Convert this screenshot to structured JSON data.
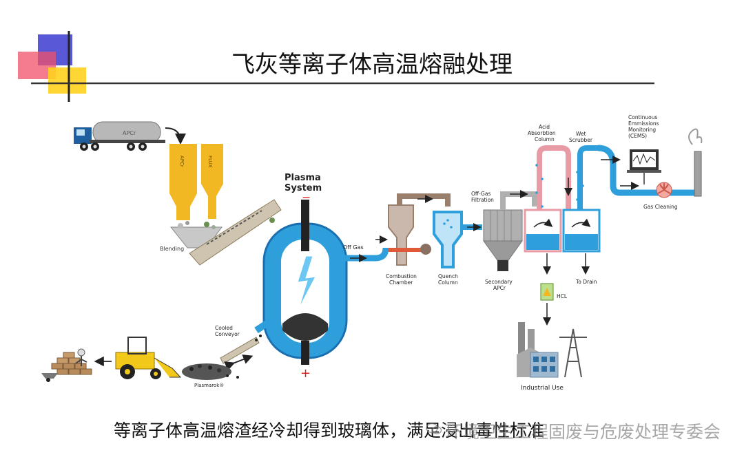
{
  "slide": {
    "title": "飞灰等离子体高温熔融处理",
    "caption": "等离子体高温熔渣经冷却得到玻璃体，满足浸出毒性标准",
    "watermark": "环境卫生工程固废与危废处理专委会",
    "watermark_icon": "wechat-icon"
  },
  "diagram": {
    "labels": {
      "truck": "APCr",
      "bin_apcr": "APCr",
      "bin_flux": "FLUX",
      "blending": "Blending",
      "plasma_l1": "Plasma",
      "plasma_l2": "System",
      "minus": "−",
      "plus": "+",
      "off_gas": "Off Gas",
      "comb_l1": "Combustion",
      "comb_l2": "Chamber",
      "quench_l1": "Quench",
      "quench_l2": "Column",
      "offgas_filt_l1": "Off-Gas",
      "offgas_filt_l2": "Filtration",
      "sec_apcr_l1": "Secondary",
      "sec_apcr_l2": "APCr",
      "acid_l1": "Acid",
      "acid_l2": "Absorbtion",
      "acid_l3": "Column",
      "wet_l1": "Wet",
      "wet_l2": "Scrubber",
      "cems_l1": "Continuous",
      "cems_l2": "Emmissions",
      "cems_l3": "Monitoring",
      "cems_l4": "(CEMS)",
      "gas_cleaning": "Gas Cleaning",
      "hcl": "HCL",
      "to_drain": "To Drain",
      "industrial_use": "Industrial Use",
      "cooled_l1": "Cooled",
      "cooled_l2": "Conveyor",
      "plasmarok": "Plasmarok®"
    },
    "colors": {
      "blue": "#2f9fdc",
      "blue_dark": "#1a6fb0",
      "yellow": "#f2b824",
      "grey": "#a9a9a9",
      "brown": "#9b7f6d",
      "pink": "#e89aa5",
      "dark": "#3a3a3a"
    }
  }
}
